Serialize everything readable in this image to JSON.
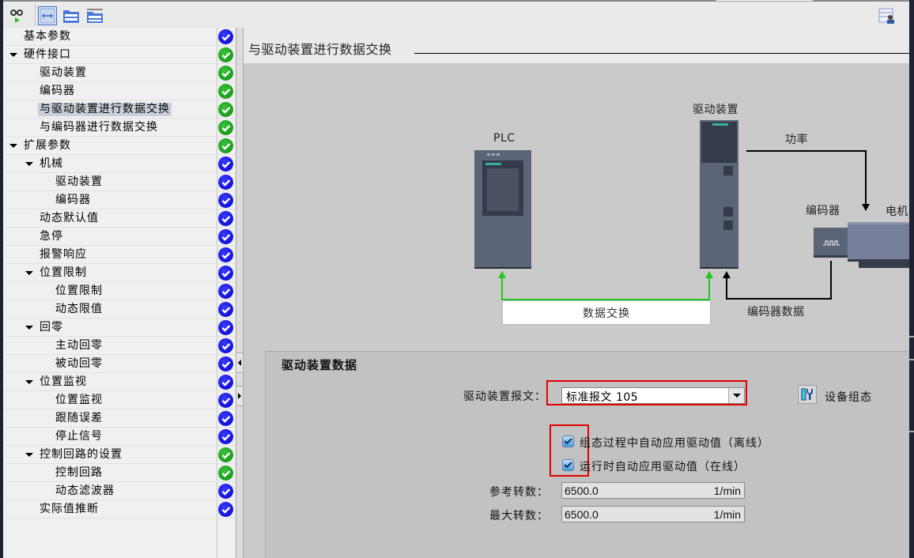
{
  "toolbar": {
    "buttons": [
      {
        "name": "monitor-glasses-icon",
        "tooltip": ""
      },
      {
        "name": "functional-view-icon",
        "tooltip": ""
      },
      {
        "name": "expand-tree-icon",
        "tooltip": ""
      },
      {
        "name": "collapse-tree-icon",
        "tooltip": ""
      }
    ],
    "right_icon": "user-table-icon"
  },
  "tree": {
    "items": [
      {
        "label": "基本参数",
        "level": 0,
        "expandable": false,
        "status": "blue"
      },
      {
        "label": "硬件接口",
        "level": 0,
        "expandable": true,
        "status": "green"
      },
      {
        "label": "驱动装置",
        "level": 1,
        "expandable": false,
        "status": "green"
      },
      {
        "label": "编码器",
        "level": 1,
        "expandable": false,
        "status": "green"
      },
      {
        "label": "与驱动装置进行数据交换",
        "level": 1,
        "expandable": false,
        "status": "green",
        "selected": true
      },
      {
        "label": "与编码器进行数据交换",
        "level": 1,
        "expandable": false,
        "status": "green"
      },
      {
        "label": "扩展参数",
        "level": 0,
        "expandable": true,
        "status": "green"
      },
      {
        "label": "机械",
        "level": 1,
        "expandable": true,
        "status": "blue"
      },
      {
        "label": "驱动装置",
        "level": 2,
        "expandable": false,
        "status": "blue"
      },
      {
        "label": "编码器",
        "level": 2,
        "expandable": false,
        "status": "blue"
      },
      {
        "label": "动态默认值",
        "level": 1,
        "expandable": false,
        "status": "blue"
      },
      {
        "label": "急停",
        "level": 1,
        "expandable": false,
        "status": "blue"
      },
      {
        "label": "报警响应",
        "level": 1,
        "expandable": false,
        "status": "blue"
      },
      {
        "label": "位置限制",
        "level": 1,
        "expandable": true,
        "status": "blue"
      },
      {
        "label": "位置限制",
        "level": 2,
        "expandable": false,
        "status": "blue"
      },
      {
        "label": "动态限值",
        "level": 2,
        "expandable": false,
        "status": "blue"
      },
      {
        "label": "回零",
        "level": 1,
        "expandable": true,
        "status": "blue"
      },
      {
        "label": "主动回零",
        "level": 2,
        "expandable": false,
        "status": "blue"
      },
      {
        "label": "被动回零",
        "level": 2,
        "expandable": false,
        "status": "blue"
      },
      {
        "label": "位置监视",
        "level": 1,
        "expandable": true,
        "status": "blue"
      },
      {
        "label": "位置监视",
        "level": 2,
        "expandable": false,
        "status": "blue"
      },
      {
        "label": "跟随误差",
        "level": 2,
        "expandable": false,
        "status": "blue"
      },
      {
        "label": "停止信号",
        "level": 2,
        "expandable": false,
        "status": "blue"
      },
      {
        "label": "控制回路的设置",
        "level": 1,
        "expandable": true,
        "status": "green"
      },
      {
        "label": "控制回路",
        "level": 2,
        "expandable": false,
        "status": "green"
      },
      {
        "label": "动态滤波器",
        "level": 2,
        "expandable": false,
        "status": "blue"
      },
      {
        "label": "实际值推断",
        "level": 1,
        "expandable": false,
        "status": "blue"
      }
    ]
  },
  "main": {
    "section_title": "与驱动装置进行数据交换",
    "diagram": {
      "plc_label": "PLC",
      "drive_label": "驱动装置",
      "power_label": "功率",
      "encoder_label": "编码器",
      "motor_label": "电机",
      "data_exchange_label": "数据交换",
      "encoder_data_label": "编码器数据"
    },
    "drive_data": {
      "title": "驱动装置数据",
      "telegram_label": "驱动装置报文：",
      "telegram_value": "标准报文 105",
      "device_config_label": "设备组态",
      "auto_apply_offline_label": "组态过程中自动应用驱动值（离线）",
      "auto_apply_offline_checked": true,
      "auto_apply_online_label": "运行时自动应用驱动值（在线）",
      "auto_apply_online_checked": true,
      "ref_speed_label": "参考转数：",
      "ref_speed_value": "6500.0",
      "ref_speed_unit": "1/min",
      "max_speed_label": "最大转数：",
      "max_speed_value": "6500.0",
      "max_speed_unit": "1/min"
    }
  },
  "colors": {
    "status_blue": "#0000c8",
    "status_green": "#0e8e0e",
    "highlight_red": "#e00000",
    "data_exchange_green": "#1ec81e",
    "device_body": "#5b6577"
  }
}
